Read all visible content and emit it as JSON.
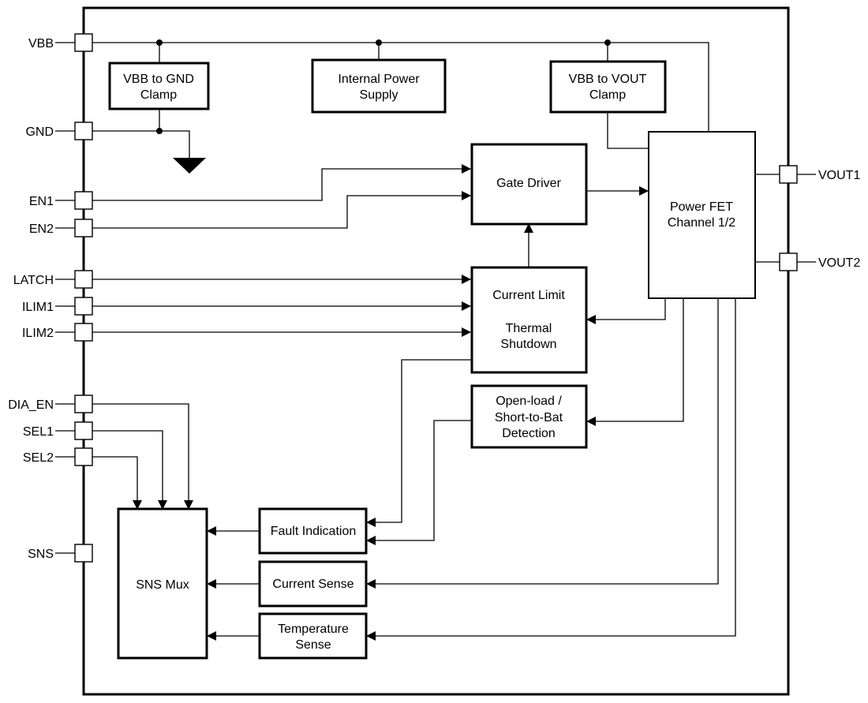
{
  "pins_left": {
    "vbb": "VBB",
    "gnd": "GND",
    "en1": "EN1",
    "en2": "EN2",
    "latch": "LATCH",
    "ilim1": "ILIM1",
    "ilim2": "ILIM2",
    "dia_en": "DIA_EN",
    "sel1": "SEL1",
    "sel2": "SEL2",
    "sns": "SNS"
  },
  "pins_right": {
    "vout1": "VOUT1",
    "vout2": "VOUT2"
  },
  "blocks": {
    "vbb_gnd_clamp": [
      "VBB to GND",
      "Clamp"
    ],
    "internal_power_supply": [
      "Internal Power",
      "Supply"
    ],
    "vbb_vout_clamp": [
      "VBB to VOUT",
      "Clamp"
    ],
    "gate_driver": [
      "Gate Driver"
    ],
    "power_fet": [
      "Power FET",
      "Channel 1/2"
    ],
    "current_limit": [
      "Current Limit",
      "",
      "Thermal",
      "Shutdown"
    ],
    "open_load": [
      "Open-load /",
      "Short-to-Bat",
      "Detection"
    ],
    "fault_indication": [
      "Fault Indication"
    ],
    "current_sense": [
      "Current Sense"
    ],
    "temperature_sense": [
      "Temperature",
      "Sense"
    ],
    "sns_mux": [
      "SNS Mux"
    ]
  }
}
